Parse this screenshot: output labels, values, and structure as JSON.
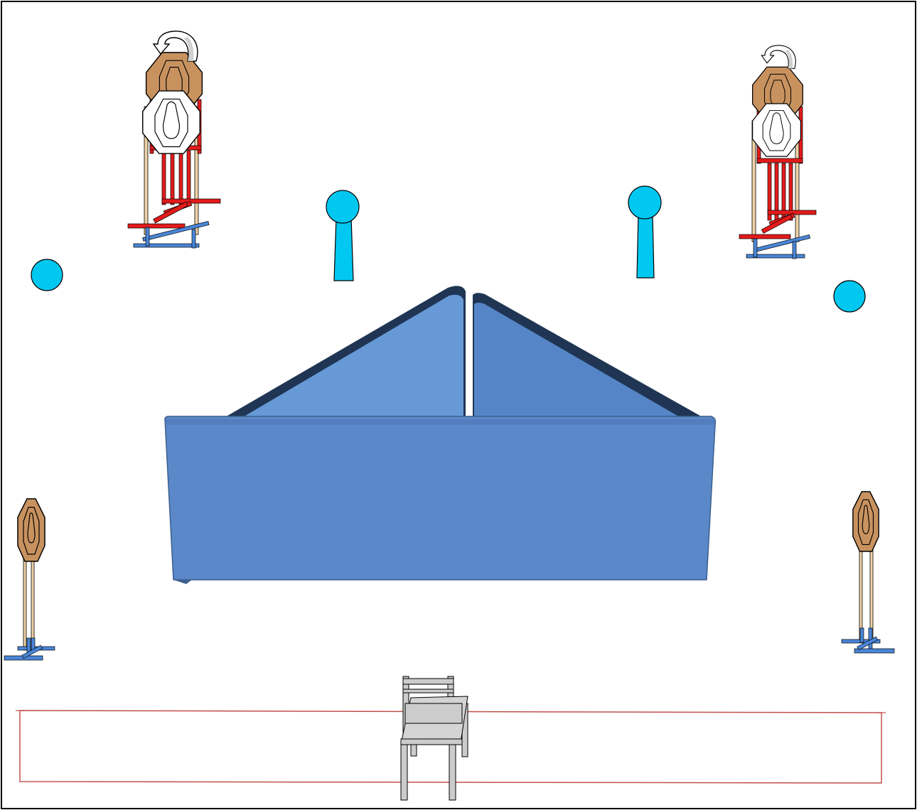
{
  "diagram": {
    "kind": "stage-layout",
    "texts": [],
    "colors": {
      "background": "#ffffff",
      "frame": "#000000",
      "barricade": "#5b89c7",
      "barricade_light": "#6699d6",
      "barricade_dark": "#1f3553",
      "no_shoot": "#00c8f0",
      "cardboard": "#c8925f",
      "white_target": "#ffffff",
      "stand_red": "#e31b1b",
      "stand_blue": "#4a86d8",
      "stand_wood": "#f0d2a8",
      "chair": "#cccccc",
      "shooting_box": "#c0504d"
    },
    "elements": [
      {
        "name": "swinger-target-left",
        "parts": [
          "cardboard-target",
          "white-target",
          "rotation-arrow",
          "stand"
        ]
      },
      {
        "name": "swinger-target-right",
        "parts": [
          "cardboard-target",
          "white-target",
          "rotation-arrow",
          "stand"
        ]
      },
      {
        "name": "popper-left",
        "type": "no-shoot steel"
      },
      {
        "name": "popper-right",
        "type": "no-shoot steel"
      },
      {
        "name": "round-plate-left",
        "type": "no-shoot plate"
      },
      {
        "name": "round-plate-right",
        "type": "no-shoot plate"
      },
      {
        "name": "barricade",
        "type": "wall"
      },
      {
        "name": "paper-target-left",
        "type": "cardboard on stand"
      },
      {
        "name": "paper-target-right",
        "type": "cardboard on stand"
      },
      {
        "name": "chair",
        "type": "start position"
      },
      {
        "name": "shooting-box",
        "type": "fault line area"
      }
    ]
  }
}
